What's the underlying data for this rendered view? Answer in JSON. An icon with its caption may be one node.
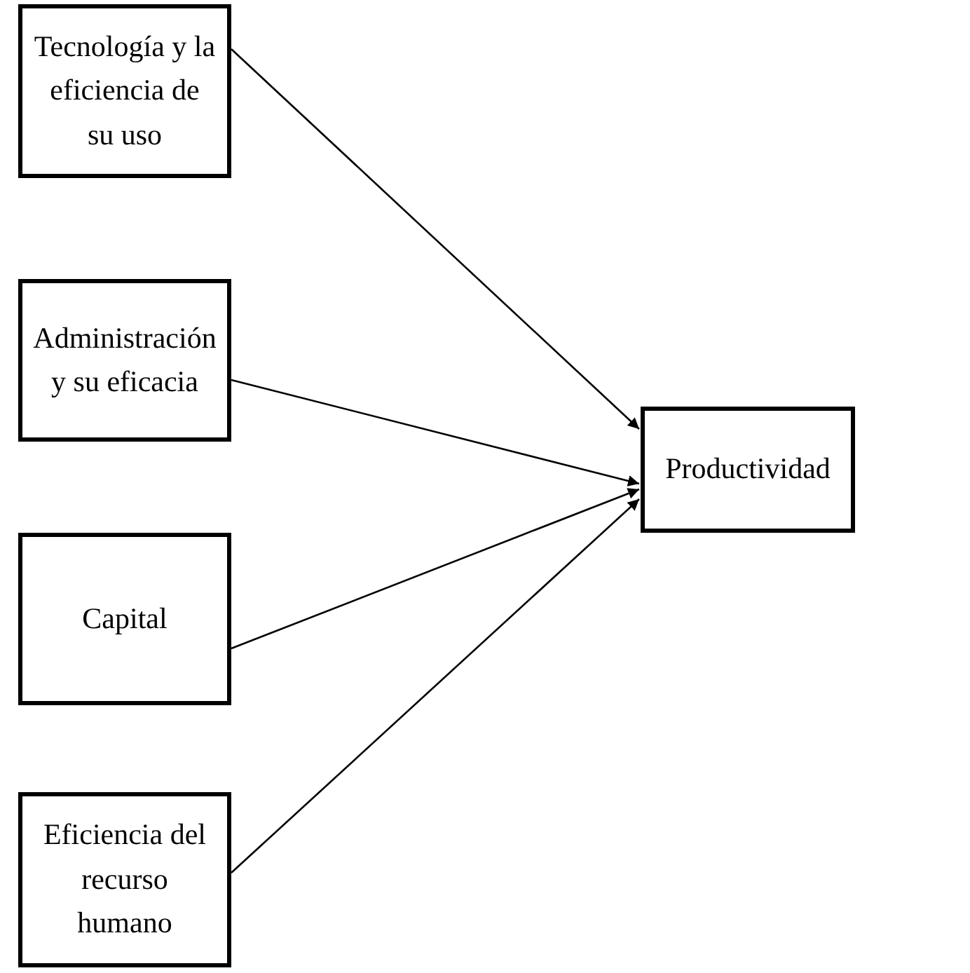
{
  "diagram": {
    "nodes": [
      {
        "text": [
          "Tecnología y la eficiencia de su uso"
        ]
      },
      {
        "text": [
          "Administración y su eficacia"
        ]
      },
      {
        "text": [
          "Capital"
        ]
      },
      {
        "text": [
          "Eficiencia del recurso humano"
        ]
      },
      {
        "text": [
          "Productividad"
        ]
      }
    ],
    "edges": [
      {
        "from": 0,
        "to": 4,
        "arrow": "to"
      },
      {
        "from": 1,
        "to": 4,
        "arrow": "to"
      },
      {
        "from": 2,
        "to": 4,
        "arrow": "to"
      },
      {
        "from": 3,
        "to": 4,
        "arrow": "to"
      }
    ]
  }
}
